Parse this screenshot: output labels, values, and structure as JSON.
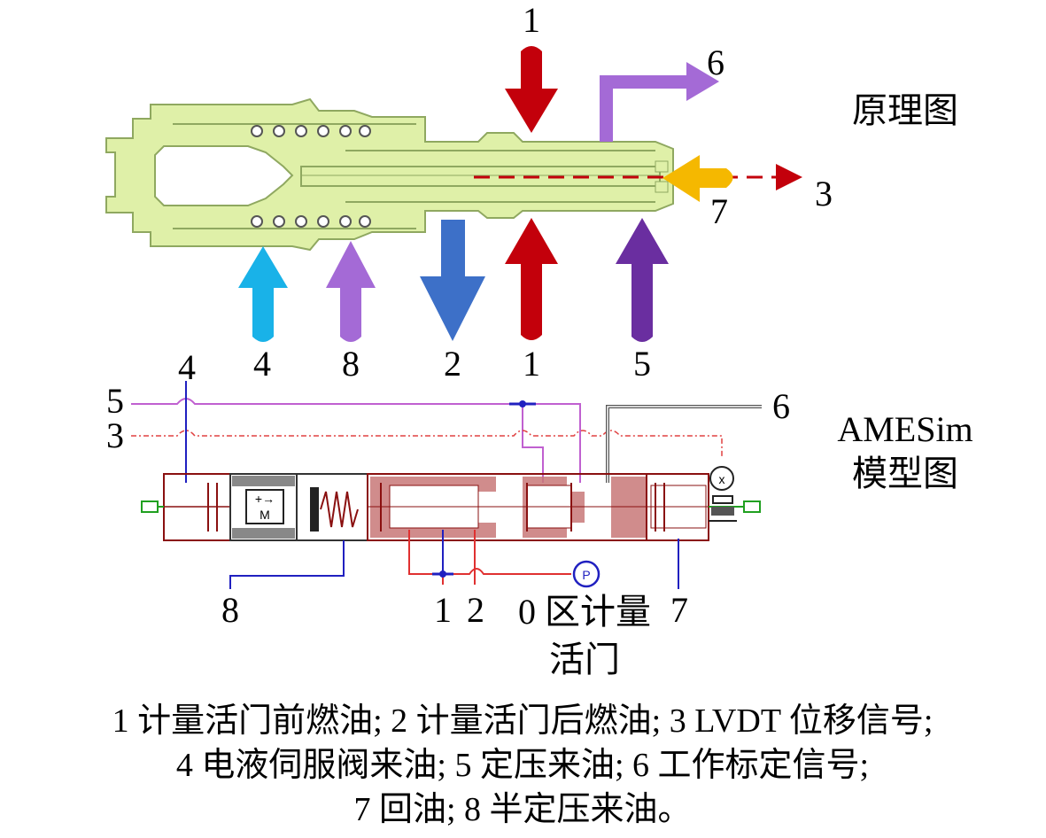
{
  "schematic": {
    "title": "原理图",
    "port_labels": {
      "top_inlet": "1",
      "outlet_6": "6",
      "lvdt_3": "3",
      "return_7": "7",
      "bottom_4": "4",
      "bottom_8": "8",
      "bottom_2": "2",
      "bottom_1": "1",
      "bottom_5": "5"
    },
    "colors": {
      "body": "#dff0a8",
      "body_outline": "#8fa860",
      "red": "#c3000b",
      "purple_light": "#a46ad6",
      "purple_dark": "#6a2ea0",
      "cyan": "#19b2e8",
      "blue": "#3d70c8",
      "orange": "#f5b800"
    }
  },
  "model": {
    "title_line1": "AMESim",
    "title_line2": "模型图",
    "line_labels": {
      "l4": "4",
      "l5": "5",
      "l3": "3",
      "l6": "6",
      "l8": "8",
      "l1": "1",
      "l2": "2",
      "l7": "7"
    },
    "zone_label_line1": "0 区计量",
    "zone_label_line2": "活门",
    "pressure_symbol": "P",
    "motor_symbol": "M",
    "colors": {
      "line5": "#c060d0",
      "line3": "#e04040",
      "line6": "#555555",
      "pipe_blue": "#2020c0",
      "pipe_red": "#e03030",
      "valve_body": "#8a1010",
      "valve_fill": "#c87878"
    }
  },
  "caption": {
    "line1": "1 计量活门前燃油; 2 计量活门后燃油; 3 LVDT 位移信号;",
    "line2": "4 电液伺服阀来油; 5 定压来油; 6 工作标定信号;",
    "line3": "7 回油; 8 半定压来油。"
  }
}
